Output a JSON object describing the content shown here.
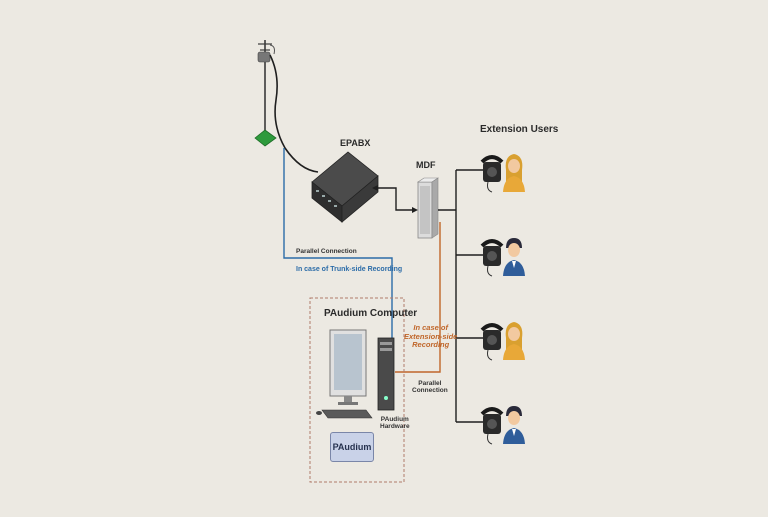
{
  "labels": {
    "epabx": "EPABX",
    "mdf": "MDF",
    "extension_users": "Extension Users",
    "parallel_connection_top": "Parallel Connection",
    "trunk_side": "In case of Trunk-side Recording",
    "paudium_computer": "PAudium Computer",
    "extension_side_line1": "In case of",
    "extension_side_line2": "Extension-side",
    "extension_side_line3": "Recording",
    "parallel_connection_bottom_line1": "Parallel",
    "parallel_connection_bottom_line2": "Connection",
    "paudium_hardware_line1": "PAudium",
    "paudium_hardware_line2": "Hardware",
    "paudium_software": "PAudium"
  },
  "colors": {
    "background": "#ece9e2",
    "trunk_line": "#2c6ca8",
    "extension_line": "#c0662a",
    "phone_line": "#1f1f1f",
    "dashed_box": "#b07a6a"
  },
  "users": [
    {
      "type": "female"
    },
    {
      "type": "male"
    },
    {
      "type": "female"
    },
    {
      "type": "male"
    }
  ]
}
